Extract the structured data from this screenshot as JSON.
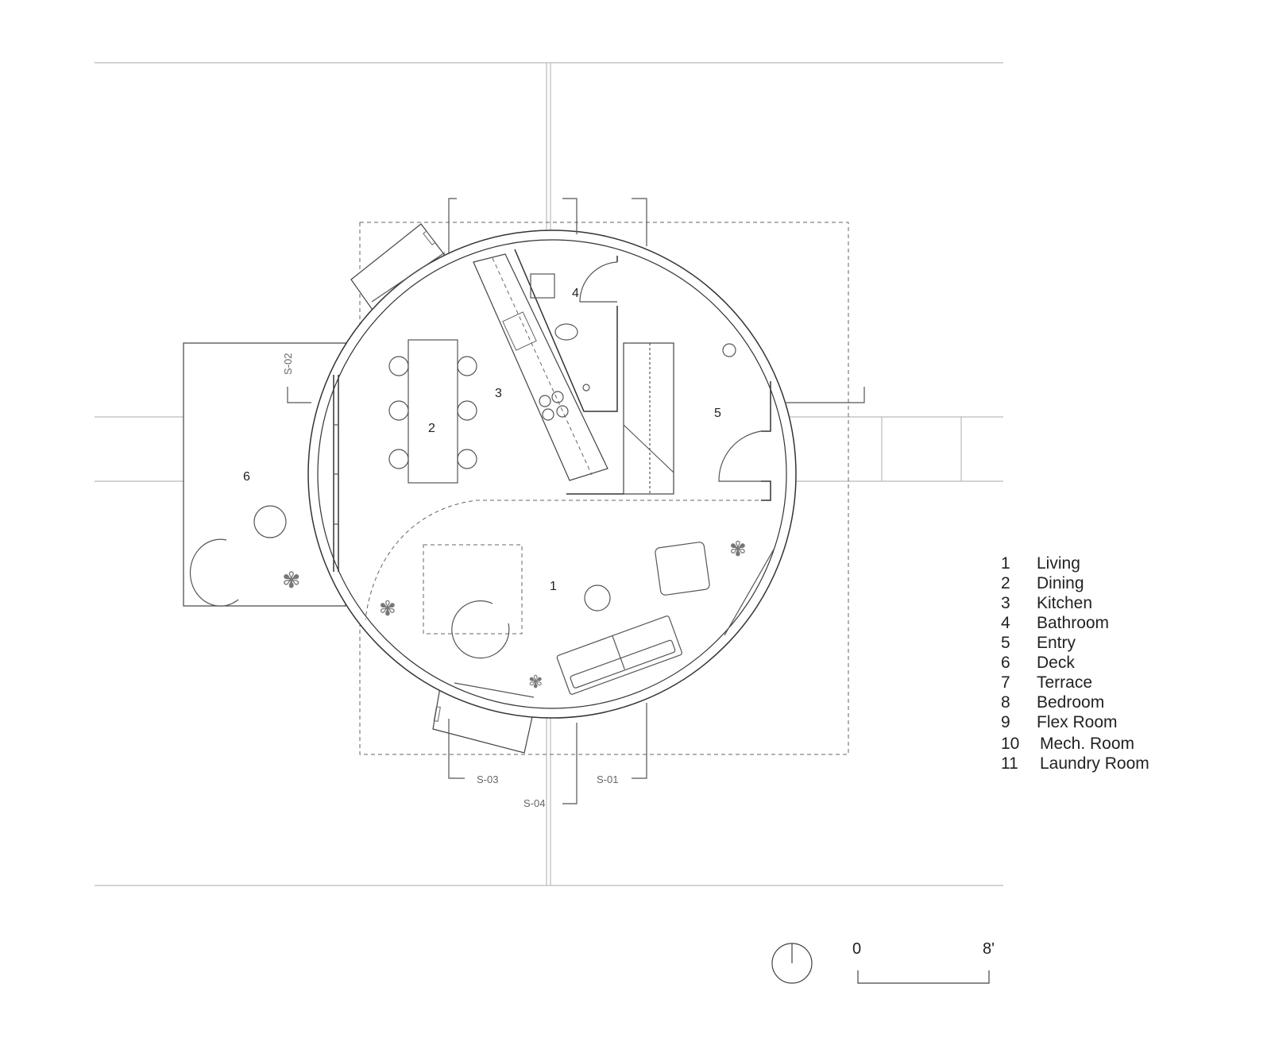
{
  "rooms": [
    {
      "num": "1",
      "name": "Living"
    },
    {
      "num": "2",
      "name": "Dining"
    },
    {
      "num": "3",
      "name": "Kitchen"
    },
    {
      "num": "4",
      "name": "Bathroom"
    },
    {
      "num": "5",
      "name": "Entry"
    },
    {
      "num": "6",
      "name": "Deck"
    },
    {
      "num": "7",
      "name": "Terrace"
    },
    {
      "num": "8",
      "name": "Bedroom"
    },
    {
      "num": "9",
      "name": "Flex Room"
    },
    {
      "num": "10",
      "name": "Mech. Room"
    },
    {
      "num": "11",
      "name": "Laundry Room"
    }
  ],
  "sections": {
    "s01": "S-01",
    "s02": "S-02",
    "s03": "S-03",
    "s04": "S-04"
  },
  "scale": {
    "start": "0",
    "end": "8'"
  }
}
